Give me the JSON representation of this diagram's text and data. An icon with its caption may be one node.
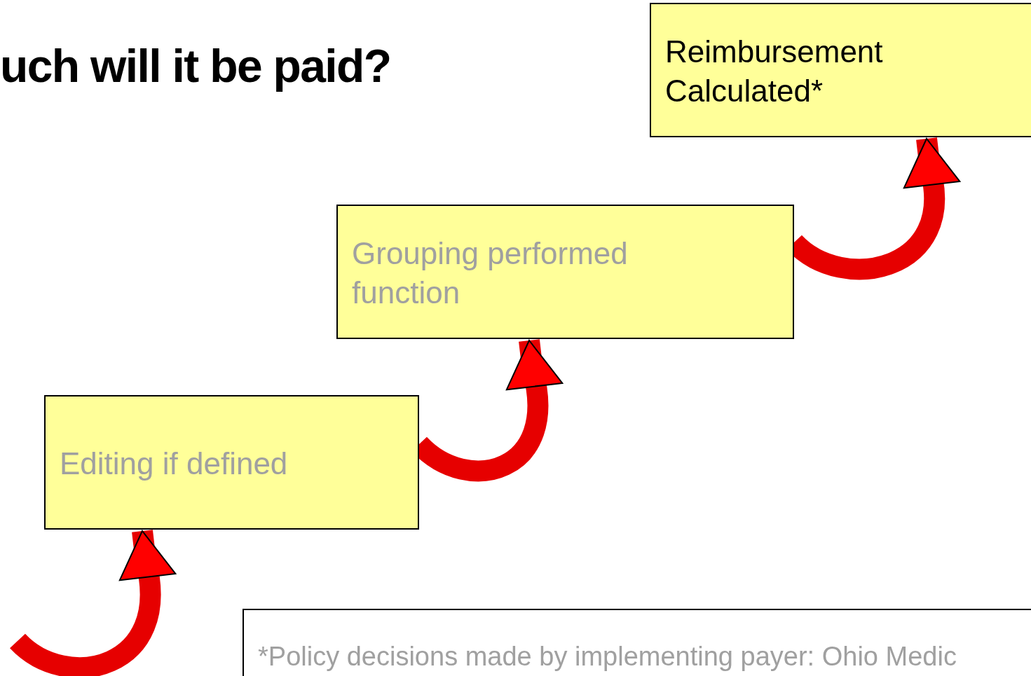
{
  "diagram": {
    "title": "uch will it be paid?",
    "nodes": [
      {
        "text": [
          "Reimbursement Calculated*"
        ]
      },
      {
        "text": [
          "Grouping performed function"
        ]
      },
      {
        "text": [
          "Editing if defined"
        ]
      },
      {
        "text": [
          "*Policy decisions made by implementing payer: Ohio Medic"
        ]
      }
    ],
    "edges": [
      {
        "from": null,
        "to": 2,
        "arrow": "to"
      },
      {
        "from": 2,
        "to": 1,
        "arrow": "to"
      },
      {
        "from": 1,
        "to": 0,
        "arrow": "to"
      }
    ]
  }
}
